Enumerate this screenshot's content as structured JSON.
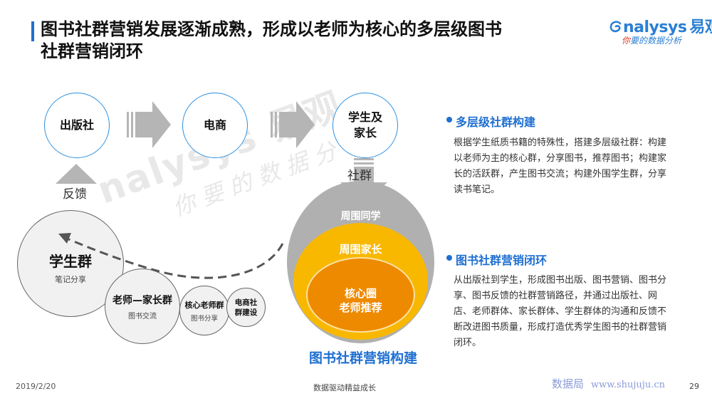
{
  "header": {
    "title_line1": "图书社群营销发展逐渐成熟，形成以老师为核心的多层级图书",
    "title_line2": "社群营销闭环"
  },
  "logo": {
    "brand_latin": "nalysys",
    "brand_cn": "易观",
    "tagline_prefix": "你",
    "tagline_rest": "要的数据分析",
    "icon": "analysys-swirl-icon"
  },
  "flow": {
    "nodes": [
      "出版社",
      "电商",
      "学生及家长"
    ],
    "feedback_label": "反馈",
    "community_label": "社群"
  },
  "left_circles": [
    {
      "title": "学生群",
      "subtitle": "笔记分享"
    },
    {
      "title": "老师—家长群",
      "subtitle": "图书交流"
    },
    {
      "title": "核心老师群",
      "subtitle": "图书分享"
    },
    {
      "title": "电商社群建设",
      "subtitle": ""
    }
  ],
  "rings": {
    "outer": "周围同学",
    "middle": "周围家长",
    "inner_line1": "核心圈",
    "inner_line2": "老师推荐"
  },
  "diagram_caption": "图书社群营销构建",
  "sections": [
    {
      "title": "多层级社群构建",
      "body": "根据学生纸质书籍的特殊性，搭建多层级社群：构建以老师为主的核心群，分享图书，推荐图书；构建家长的活跃群，产生图书交流；构建外围学生群，分享读书笔记。"
    },
    {
      "title": "图书社群营销闭环",
      "body": "从出版社到学生，形成图书出版、图书营销、图书分享、图书反馈的社群营销路径，并通过出版社、网店、老师群体、家长群体、学生群体的沟通和反馈不断改进图书质量，形成打造优秀学生图书的社群营销闭环。"
    }
  ],
  "footer": {
    "date": "2019/2/20",
    "center": "数据驱动精益成长",
    "site_cn": "数据局",
    "site_url": "www.shujuju.cn",
    "page": "29"
  },
  "watermark": {
    "main": "nalysys 易观",
    "sub": "你要的数据分析"
  },
  "colors": {
    "accent_blue": "#1f6fd0",
    "ring_gray": "#b0b0b0",
    "ring_yellow": "#f8b800",
    "ring_orange": "#ee8a00"
  }
}
